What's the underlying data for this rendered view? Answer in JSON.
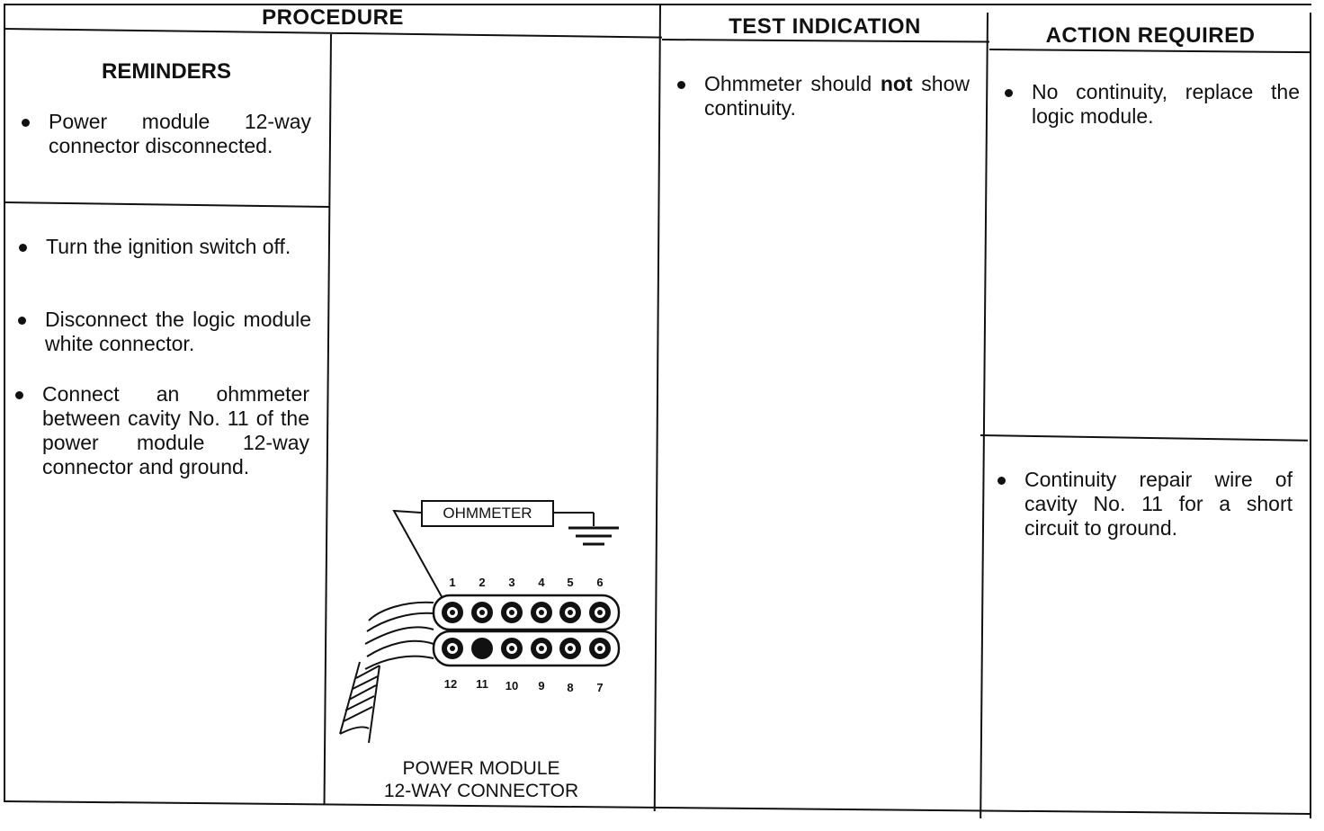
{
  "headers": {
    "procedure": "PROCEDURE",
    "test_indication": "TEST INDICATION",
    "action_required": "ACTION REQUIRED"
  },
  "reminders": {
    "title": "REMINDERS",
    "items": [
      "Power module 12-way connector disconnected."
    ]
  },
  "steps": [
    "Turn the ignition switch off.",
    "Disconnect the logic module white connector.",
    "Connect an ohmmeter between cavity No. 11 of the power module 12-way connector and ground."
  ],
  "test_indication": {
    "before": "Ohmmeter should ",
    "emphasis": "not",
    "after": " show continuity."
  },
  "actions": [
    "No continuity, replace the logic module.",
    "Continuity repair wire of cavity No. 11 for a short circuit to ground."
  ],
  "diagram": {
    "ohmmeter_label": "OHMMETER",
    "top_pins": [
      "1",
      "2",
      "3",
      "4",
      "5",
      "6"
    ],
    "bottom_pins": [
      "12",
      "11",
      "10",
      "9",
      "8",
      "7"
    ],
    "caption_line1": "POWER MODULE",
    "caption_line2": "12-WAY CONNECTOR"
  }
}
